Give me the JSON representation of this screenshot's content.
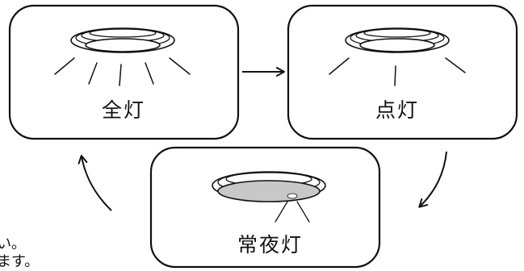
{
  "states": {
    "full": {
      "label": "全灯"
    },
    "lit": {
      "label": "点灯"
    },
    "night": {
      "label": "常夜灯"
    }
  },
  "cutoff_text": {
    "line1": "い。",
    "line2": "ます。"
  },
  "colors": {
    "stroke": "#111111",
    "night_lamp_fill": "#c8c8c8",
    "background": "#ffffff"
  },
  "icons": {
    "fixture": "ceiling-light-icon",
    "arrow": "arrow-icon"
  }
}
